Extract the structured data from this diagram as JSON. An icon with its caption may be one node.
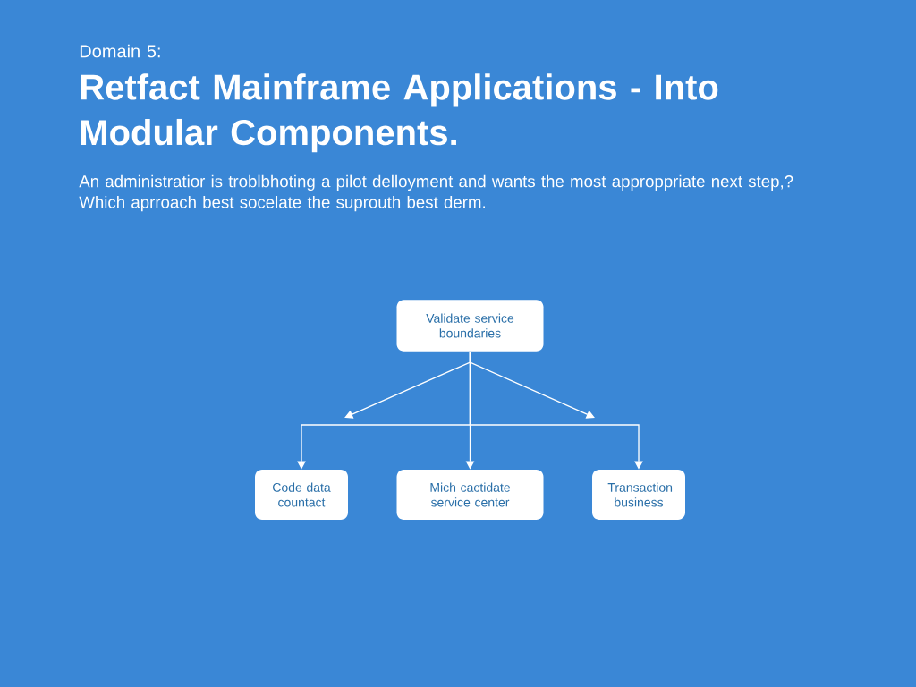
{
  "diagram": {
    "title": "Retfact Mainframe Applications - Into Modular Components.",
    "nodes": [
      {
        "text": [
          "Validate service boundaries"
        ]
      },
      {
        "text": [
          "Code data countact"
        ]
      },
      {
        "text": [
          "Mich cactidate service center"
        ]
      },
      {
        "text": [
          "Transaction business"
        ]
      }
    ],
    "edges": [
      {
        "from": 0,
        "to": 1,
        "arrow": "to"
      },
      {
        "from": 0,
        "to": 2,
        "arrow": "to"
      },
      {
        "from": 0,
        "to": 3,
        "arrow": "to"
      },
      {
        "from": 0,
        "to": null,
        "arrow": "to"
      },
      {
        "from": 0,
        "to": null,
        "arrow": "to"
      }
    ],
    "labels": [
      "Domain 5:",
      "An administratior is troblbhoting a pilot delloyment and wants the most approppriate next step,? Which aprroach best socelate the suprouth best derm."
    ]
  }
}
